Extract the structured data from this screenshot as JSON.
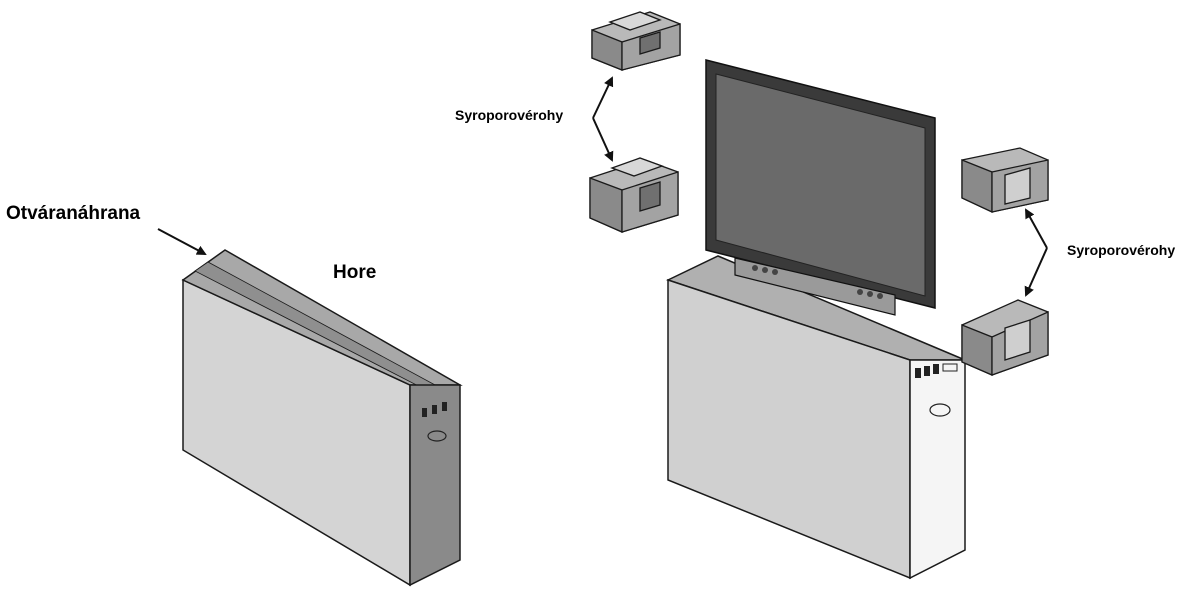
{
  "labels": {
    "opening_edge": "Otváranáhrana",
    "top": "Hore",
    "foam_upper": "Syroporovérohy",
    "foam_right": "Syroporovérohy"
  },
  "colors": {
    "outline": "#1a1a1a",
    "box_face": "#d2d2d2",
    "box_side": "#8e8e8e",
    "box_top": "#a9a9a9",
    "foam_light": "#b9b9b9",
    "foam_mid": "#999999",
    "foam_dark": "#6f6f6f",
    "screen": "#6a6a6a",
    "bezel": "#3a3a3a"
  }
}
